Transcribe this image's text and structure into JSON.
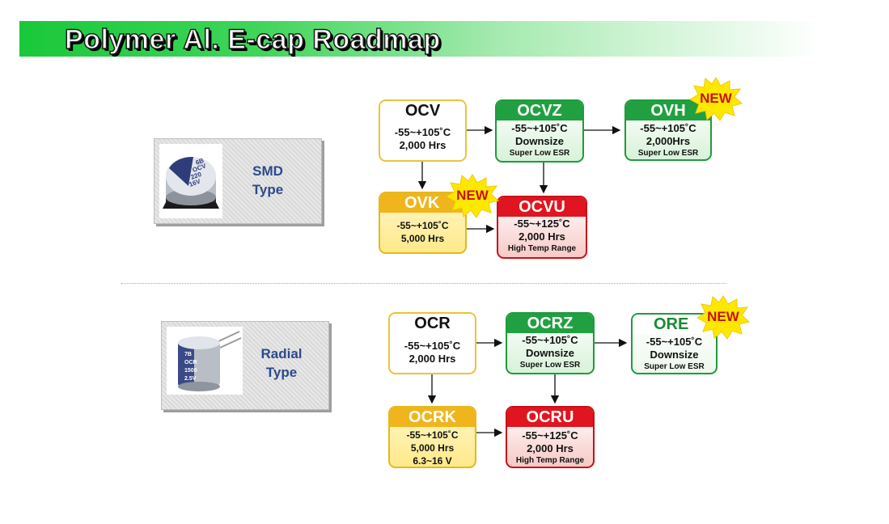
{
  "title": "Polymer Al. E-cap Roadmap",
  "badge_new": "NEW",
  "colors": {
    "title_green": "#19c83a",
    "green": "#20a040",
    "gold": "#f0b51c",
    "red": "#e0151f",
    "label_blue": "#2b4a8c"
  },
  "smd": {
    "label_line1": "SMD",
    "label_line2": "Type",
    "image_text": [
      "6B",
      "OCV",
      "220",
      "16V"
    ],
    "boxes": {
      "ocv": {
        "name": "OCV",
        "l1": "-55~+105˚C",
        "l2": "2,000 Hrs"
      },
      "ocvz": {
        "name": "OCVZ",
        "l1": "-55~+105˚C",
        "l2": "Downsize",
        "l3": "Super Low ESR"
      },
      "ovh": {
        "name": "OVH",
        "l1": "-55~+105˚C",
        "l2": "2,000Hrs",
        "l3": "Super Low ESR"
      },
      "ovk": {
        "name": "OVK",
        "l1": "-55~+105˚C",
        "l2": "5,000 Hrs"
      },
      "ocvu": {
        "name": "OCVU",
        "l1": "-55~+125˚C",
        "l2": "2,000 Hrs",
        "l3": "High Temp Range"
      }
    }
  },
  "radial": {
    "label_line1": "Radial",
    "label_line2": "Type",
    "image_text": [
      "7B",
      "OCR",
      "1500",
      "2.5V"
    ],
    "boxes": {
      "ocr": {
        "name": "OCR",
        "l1": "-55~+105˚C",
        "l2": "2,000 Hrs"
      },
      "ocrz": {
        "name": "OCRZ",
        "l1": "-55~+105˚C",
        "l2": "Downsize",
        "l3": "Super Low ESR"
      },
      "ore": {
        "name": "ORE",
        "l1": "-55~+105˚C",
        "l2": "Downsize",
        "l3": "Super Low ESR"
      },
      "ocrk": {
        "name": "OCRK",
        "l1": "-55~+105˚C",
        "l2": "5,000 Hrs",
        "l3": "6.3~16 V"
      },
      "ocru": {
        "name": "OCRU",
        "l1": "-55~+125˚C",
        "l2": "2,000 Hrs",
        "l3": "High Temp Range"
      }
    }
  }
}
